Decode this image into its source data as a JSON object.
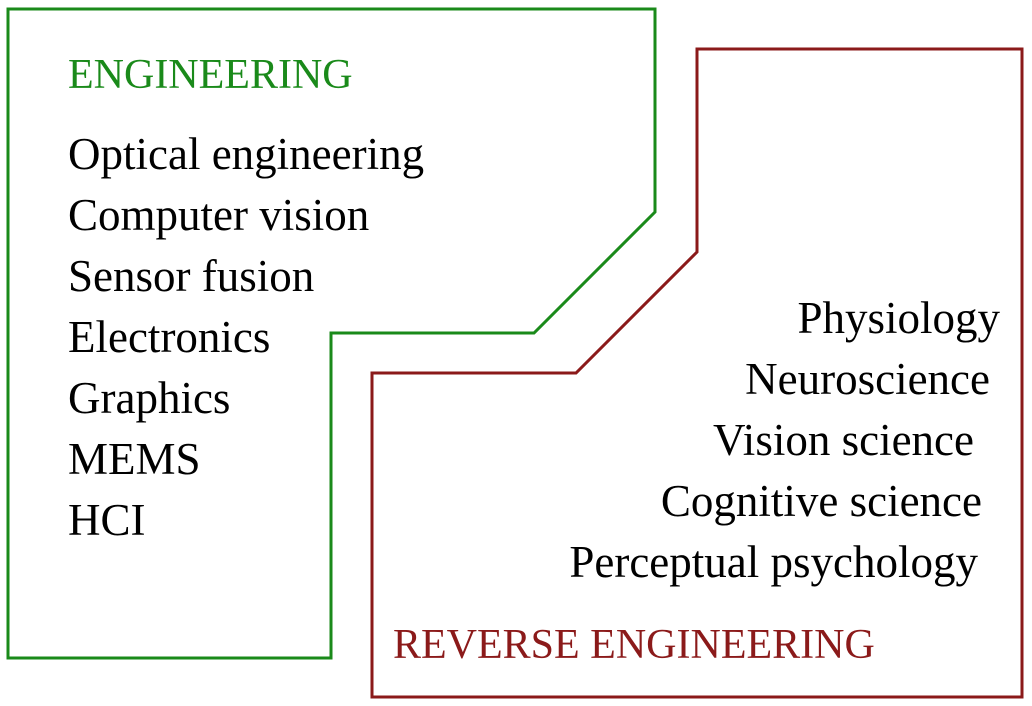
{
  "engineering": {
    "title": "ENGINEERING",
    "color": "#1a8a1a",
    "items": [
      "Optical engineering",
      "Computer vision",
      "Sensor fusion",
      "Electronics",
      "Graphics",
      "MEMS",
      "HCI"
    ]
  },
  "reverse_engineering": {
    "title": "REVERSE ENGINEERING",
    "color": "#8b1a1a",
    "items": [
      "Physiology",
      "Neuroscience",
      "Vision science",
      "Cognitive science",
      "Perceptual psychology"
    ]
  }
}
